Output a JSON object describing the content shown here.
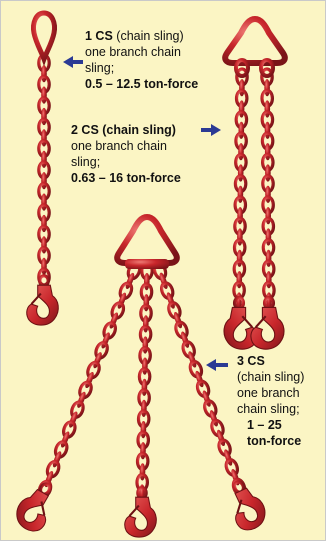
{
  "slings": [
    {
      "code": "1 CS",
      "desc1": "(chain sling)",
      "desc2": "one branch chain",
      "desc3": "sling;",
      "load": "0.5 – 12.5 ton-force"
    },
    {
      "code": "2 CS (chain sling)",
      "desc2": "one branch chain",
      "desc3": "sling;",
      "load": "0.63 – 16 ton-force"
    },
    {
      "code": "3 CS",
      "desc1": "(chain sling)",
      "desc2": "one branch",
      "desc3": "chain sling;",
      "load_a": "1 – 25",
      "load_b": "ton-force"
    }
  ],
  "colors": {
    "background": "#fbf5c4",
    "chain": "#c8262b",
    "chain_dark": "#7a1418",
    "chain_light": "#e4605d",
    "arrow": "#2b3a94"
  }
}
